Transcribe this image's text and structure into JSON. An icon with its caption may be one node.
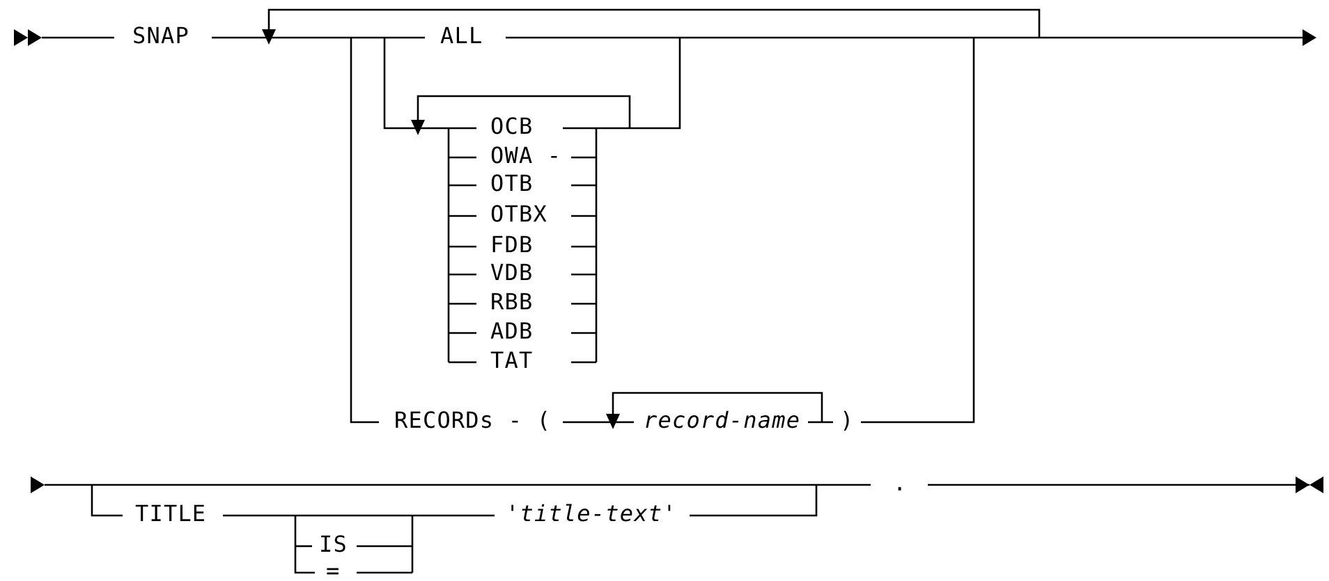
{
  "diagram": {
    "labels": [
      "SNAP",
      "ALL",
      "OCB",
      "OWA -",
      "OTB",
      "OTBX",
      "FDB",
      "VDB",
      "RBB",
      "ADB",
      "TAT",
      "RECORDs - (",
      "record-name",
      ")",
      "TITLE",
      "'*title-text*'",
      ".",
      "IS",
      "="
    ]
  }
}
